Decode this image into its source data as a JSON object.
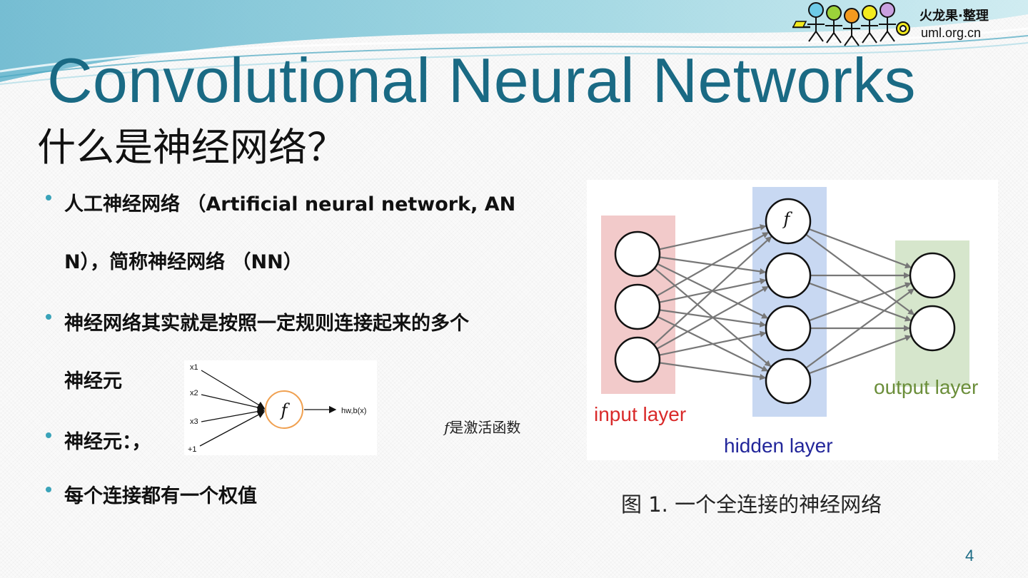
{
  "brand": {
    "name": "火龙果·整理",
    "url": "uml.org.cn"
  },
  "slide": {
    "title": "Convolutional Neural Networks",
    "subtitle": "什么是神经网络？",
    "bullets": [
      {
        "lines": [
          "人工神经网络 （Artificial neural network, AN",
          "N），简称神经网络 （NN）"
        ]
      },
      {
        "lines": [
          "神经网络其实就是按照一定规则连接起来的多个",
          "神经元"
        ]
      },
      {
        "lines": [
          "神经元：，"
        ]
      },
      {
        "lines": [
          "每个连接都有一个权值"
        ]
      }
    ],
    "page_number": "4"
  },
  "neuron_figure": {
    "inputs": [
      "x1",
      "x2",
      "x3",
      "+1"
    ],
    "function": "f",
    "output": "hw,b(x)",
    "note_symbol": "f",
    "note_text": "是激活函数",
    "node_color": "#f0a050"
  },
  "network_figure": {
    "input_label": "input layer",
    "hidden_label": "hidden layer",
    "output_label": "output layer",
    "hidden_function": "f",
    "input_color": "#d92a2a",
    "hidden_color": "#22269a",
    "output_color": "#6b8e3a",
    "caption": "图 1. 一个全连接的神经网络"
  }
}
